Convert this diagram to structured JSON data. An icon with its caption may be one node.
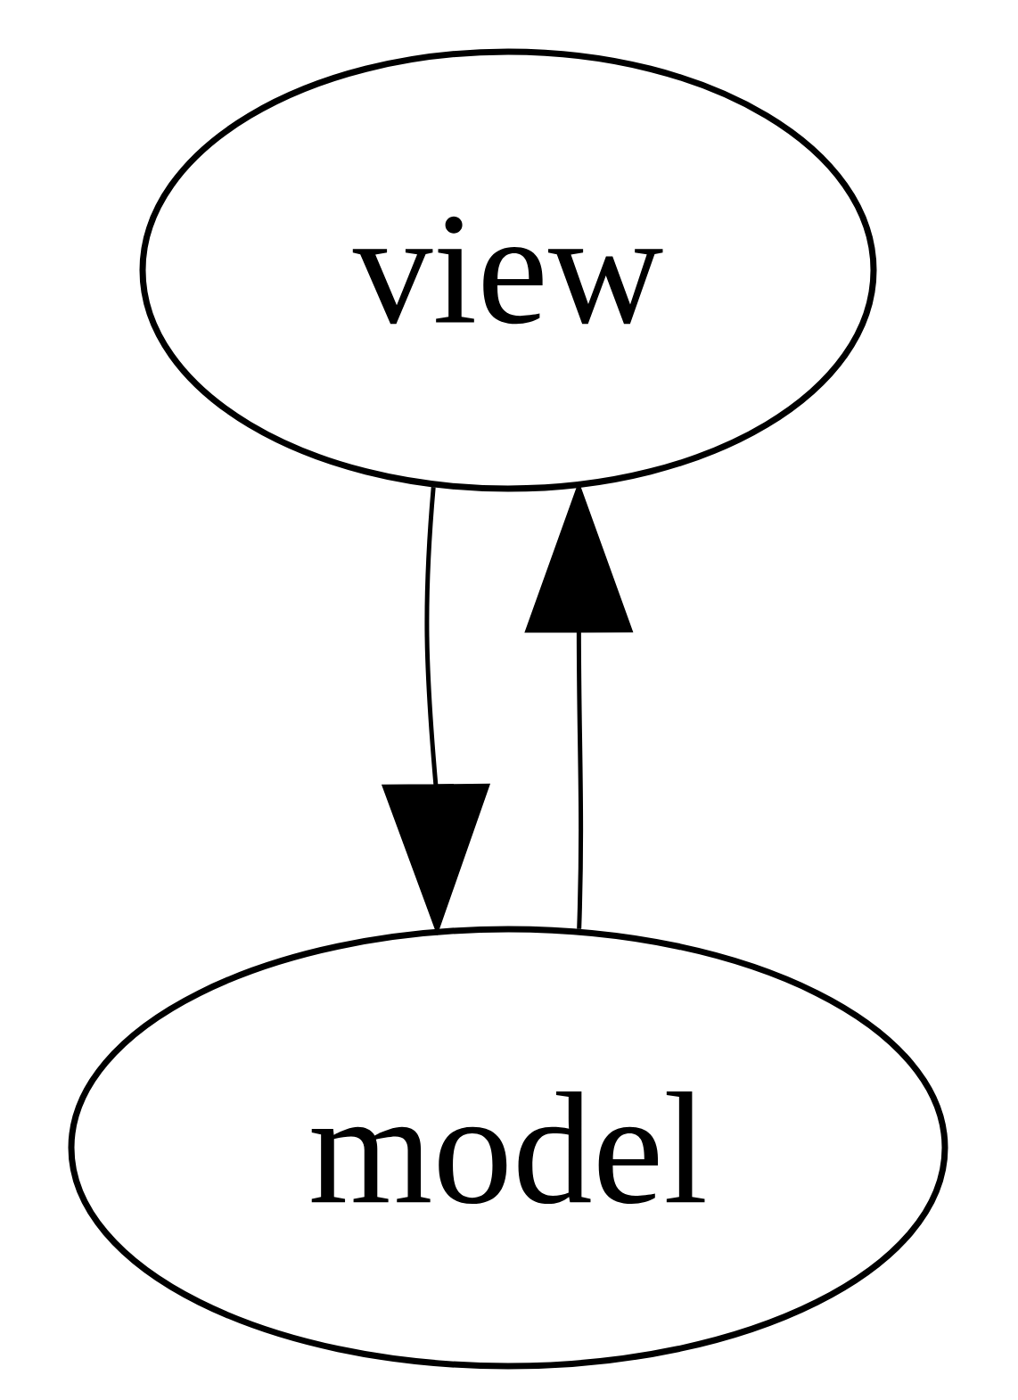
{
  "diagram": {
    "nodes": [
      {
        "text": [
          "view"
        ]
      },
      {
        "text": [
          "model"
        ]
      }
    ],
    "edges": [
      {
        "from": 0,
        "to": 1,
        "arrow": "to"
      },
      {
        "from": 1,
        "to": 0,
        "arrow": "to"
      }
    ]
  }
}
